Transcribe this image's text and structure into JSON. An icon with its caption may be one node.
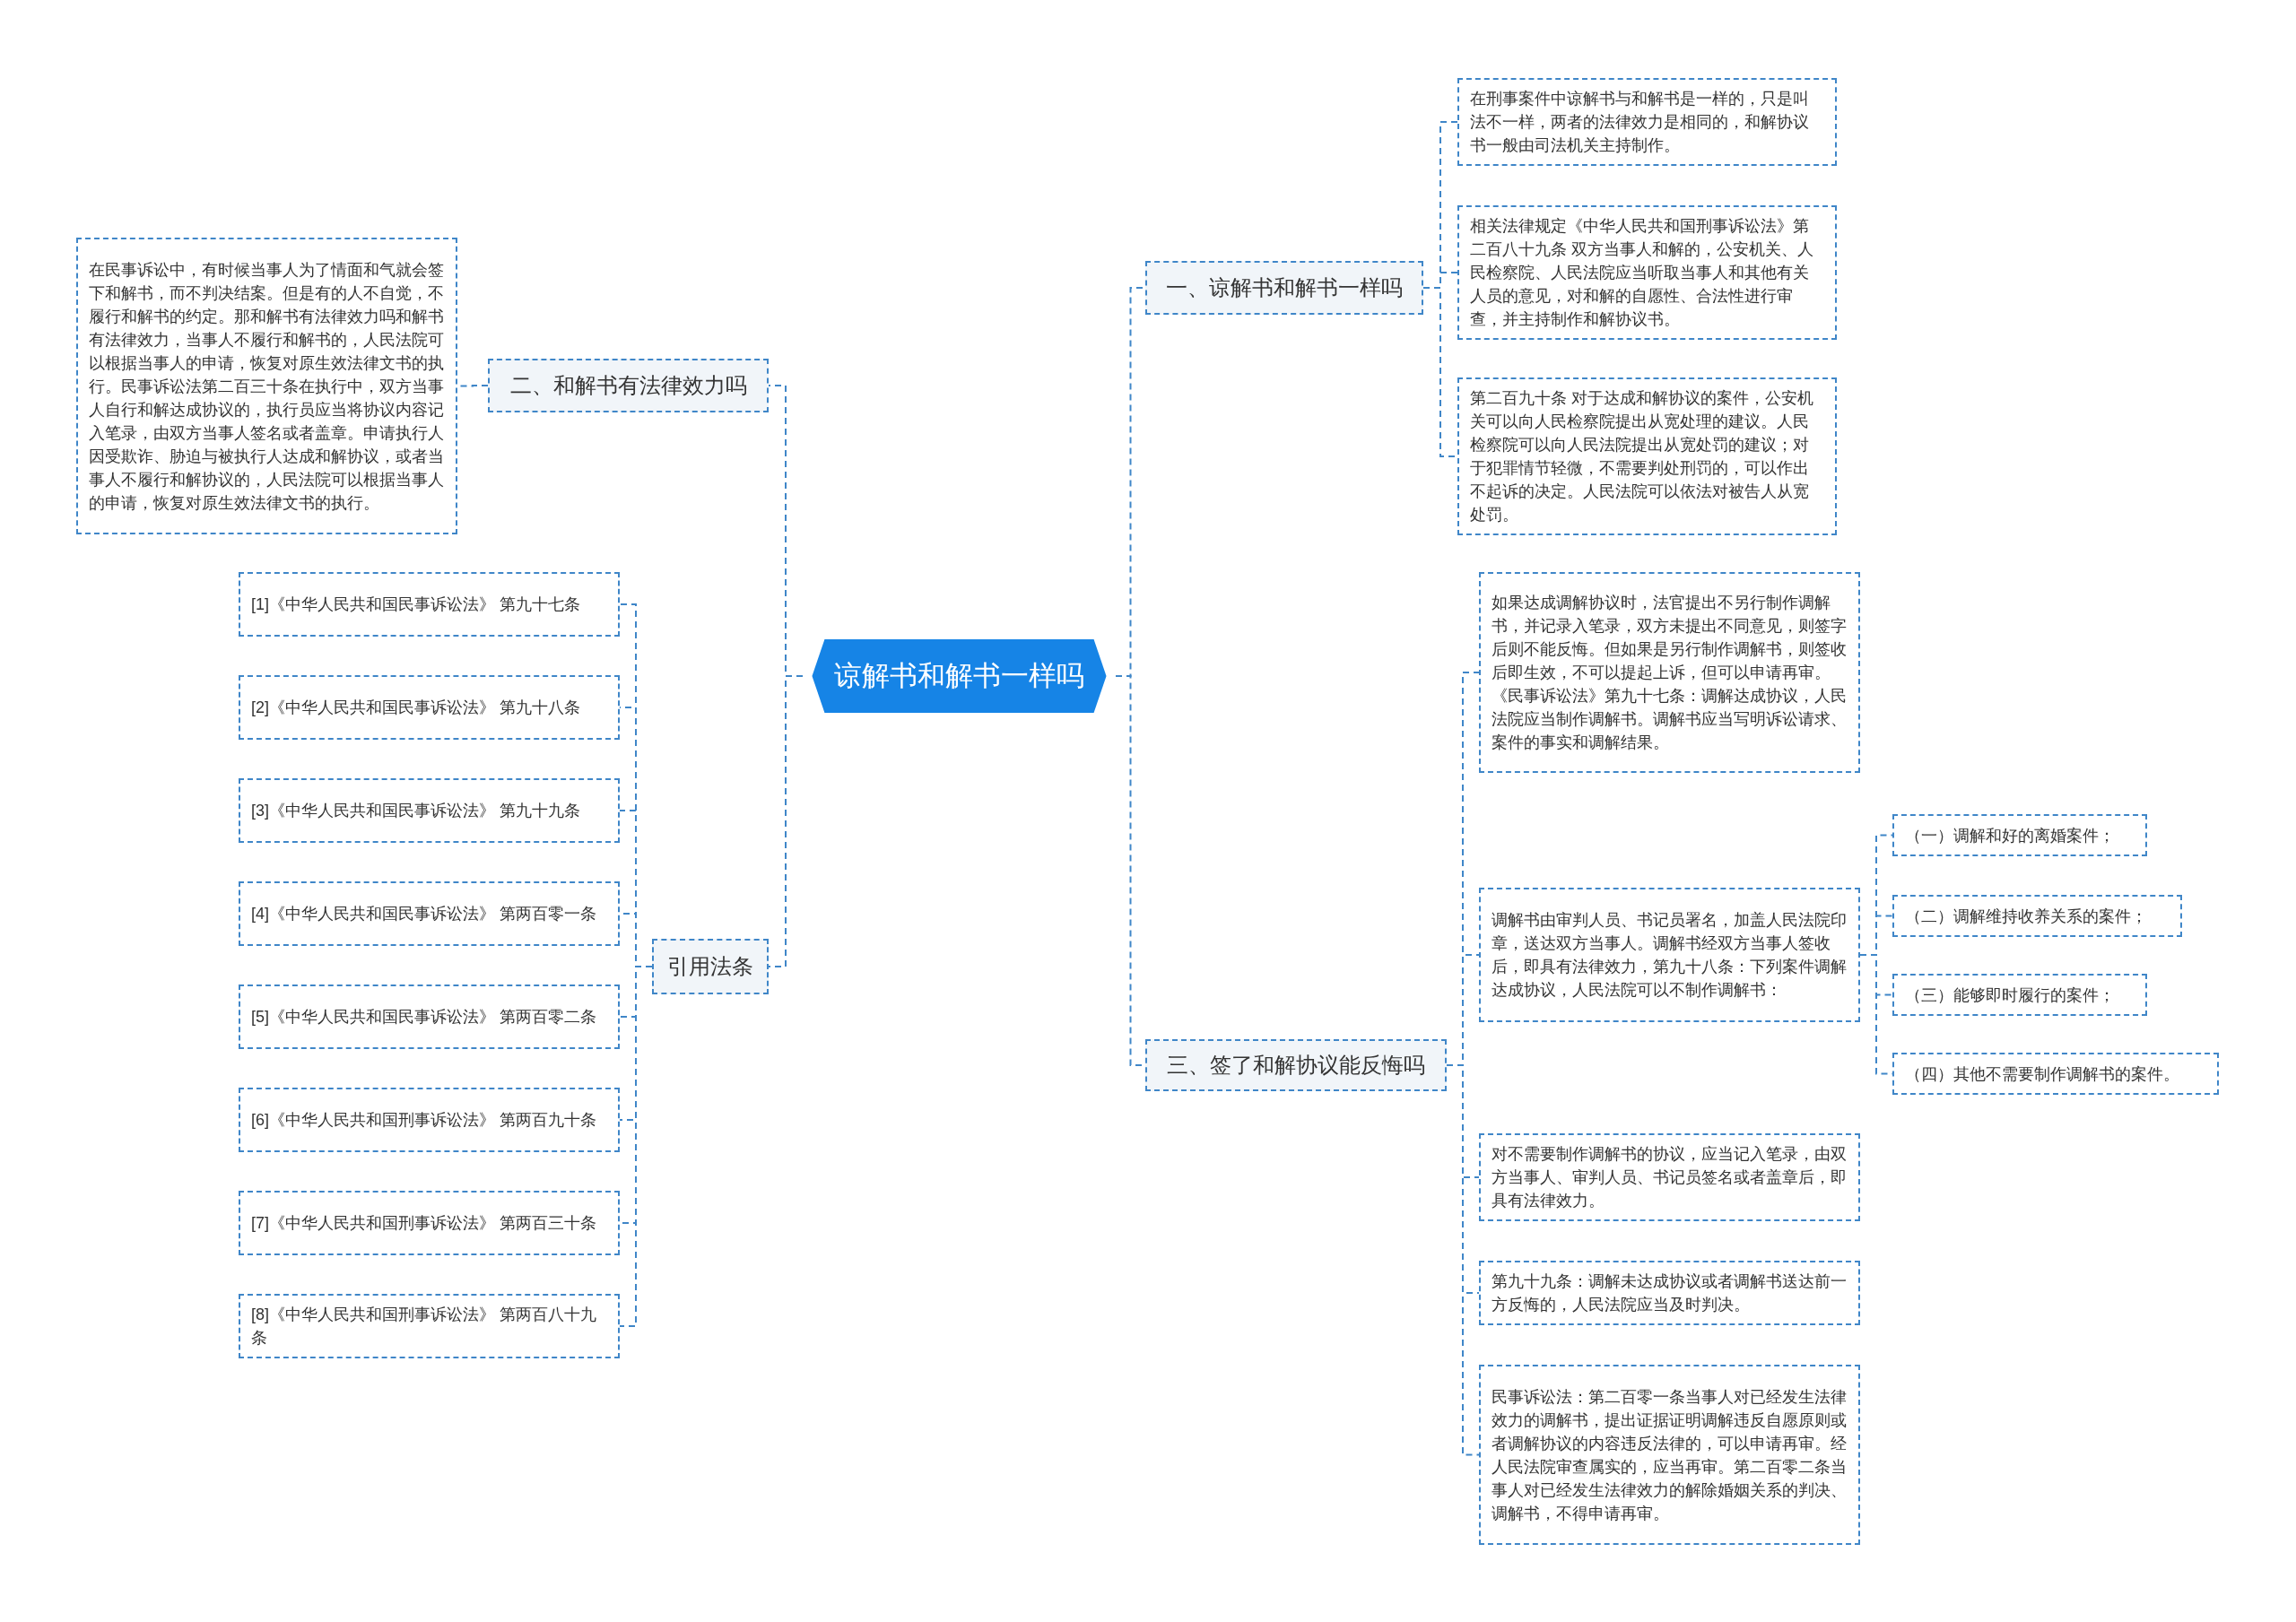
{
  "diagram": {
    "nodes": [
      {
        "text": [
          "谅解书和解书一样吗"
        ]
      },
      {
        "text": [
          "一、谅解书和解书一样吗"
        ]
      },
      {
        "text": [
          "在刑事案件中谅解书与和解书是一样的，只是叫法不一样，两者的法律效力是相同的，和解协议书一般由司法机关主持制作。"
        ]
      },
      {
        "text": [
          "相关法律规定《中华人民共和国刑事诉讼法》第二百八十九条 双方当事人和解的，公安机关、人民检察院、人民法院应当听取当事人和其他有关人员的意见，对和解的自愿性、合法性进行审查，并主持制作和解协议书。"
        ]
      },
      {
        "text": [
          "第二百九十条 对于达成和解协议的案件，公安机关可以向人民检察院提出从宽处理的建议。人民检察院可以向人民法院提出从宽处罚的建议；对于犯罪情节轻微，不需要判处刑罚的，可以作出不起诉的决定。人民法院可以依法对被告人从宽处罚。"
        ]
      },
      {
        "text": [
          "三、签了和解协议能反悔吗"
        ]
      },
      {
        "text": [
          "如果达成调解协议时，法官提出不另行制作调解书，并记录入笔录，双方未提出不同意见，则签字后则不能反悔。但如果是另行制作调解书，则签收后即生效，不可以提起上诉，但可以申请再审。《民事诉讼法》第九十七条：调解达成协议，人民法院应当制作调解书。调解书应当写明诉讼请求、案件的事实和调解结果。"
        ]
      },
      {
        "text": [
          "调解书由审判人员、书记员署名，加盖人民法院印章，送达双方当事人。调解书经双方当事人签收后，即具有法律效力，第九十八条：下列案件调解达成协议，人民法院可以不制作调解书："
        ]
      },
      {
        "text": [
          "（一）调解和好的离婚案件；"
        ]
      },
      {
        "text": [
          "（二）调解维持收养关系的案件；"
        ]
      },
      {
        "text": [
          "（三）能够即时履行的案件；"
        ]
      },
      {
        "text": [
          "（四）其他不需要制作调解书的案件。"
        ]
      },
      {
        "text": [
          "对不需要制作调解书的协议，应当记入笔录，由双方当事人、审判人员、书记员签名或者盖章后，即具有法律效力。"
        ]
      },
      {
        "text": [
          "第九十九条：调解未达成协议或者调解书送达前一方反悔的，人民法院应当及时判决。"
        ]
      },
      {
        "text": [
          "民事诉讼法：第二百零一条当事人对已经发生法律效力的调解书，提出证据证明调解违反自愿原则或者调解协议的内容违反法律的，可以申请再审。经人民法院审查属实的，应当再审。第二百零二条当事人对已经发生法律效力的解除婚姻关系的判决、调解书，不得申请再审。"
        ]
      },
      {
        "text": [
          "二、和解书有法律效力吗"
        ]
      },
      {
        "text": [
          "在民事诉讼中，有时候当事人为了情面和气就会签下和解书，而不判决结案。但是有的人不自觉，不履行和解书的约定。那和解书有法律效力吗和解书有法律效力，当事人不履行和解书的，人民法院可以根据当事人的申请，恢复对原生效法律文书的执行。民事诉讼法第二百三十条在执行中，双方当事人自行和解达成协议的，执行员应当将协议内容记入笔录，由双方当事人签名或者盖章。申请执行人因受欺诈、胁迫与被执行人达成和解协议，或者当事人不履行和解协议的，人民法院可以根据当事人的申请，恢复对原生效法律文书的执行。"
        ]
      },
      {
        "text": [
          "引用法条"
        ]
      },
      {
        "text": [
          "[1]《中华人民共和国民事诉讼法》 第九十七条"
        ]
      },
      {
        "text": [
          "[2]《中华人民共和国民事诉讼法》 第九十八条"
        ]
      },
      {
        "text": [
          "[3]《中华人民共和国民事诉讼法》 第九十九条"
        ]
      },
      {
        "text": [
          "[4]《中华人民共和国民事诉讼法》 第两百零一条"
        ]
      },
      {
        "text": [
          "[5]《中华人民共和国民事诉讼法》 第两百零二条"
        ]
      },
      {
        "text": [
          "[6]《中华人民共和国刑事诉讼法》 第两百九十条"
        ]
      },
      {
        "text": [
          "[7]《中华人民共和国刑事诉讼法》 第两百三十条"
        ]
      },
      {
        "text": [
          "[8]《中华人民共和国刑事诉讼法》 第两百八十九条"
        ]
      }
    ],
    "edges": [
      {
        "from": 0,
        "to": 1,
        "arrow": "none"
      },
      {
        "from": 1,
        "to": 2,
        "arrow": "none"
      },
      {
        "from": 1,
        "to": 3,
        "arrow": "none"
      },
      {
        "from": 1,
        "to": 4,
        "arrow": "none"
      },
      {
        "from": 0,
        "to": 5,
        "arrow": "none"
      },
      {
        "from": 5,
        "to": 6,
        "arrow": "none"
      },
      {
        "from": 5,
        "to": 7,
        "arrow": "none"
      },
      {
        "from": 7,
        "to": 8,
        "arrow": "none"
      },
      {
        "from": 7,
        "to": 9,
        "arrow": "none"
      },
      {
        "from": 7,
        "to": 10,
        "arrow": "none"
      },
      {
        "from": 7,
        "to": 11,
        "arrow": "none"
      },
      {
        "from": 5,
        "to": 12,
        "arrow": "none"
      },
      {
        "from": 5,
        "to": 13,
        "arrow": "none"
      },
      {
        "from": 5,
        "to": 14,
        "arrow": "none"
      },
      {
        "from": 0,
        "to": 15,
        "arrow": "none"
      },
      {
        "from": 15,
        "to": 16,
        "arrow": "none"
      },
      {
        "from": 0,
        "to": 17,
        "arrow": "none"
      },
      {
        "from": 17,
        "to": 18,
        "arrow": "none"
      },
      {
        "from": 17,
        "to": 19,
        "arrow": "none"
      },
      {
        "from": 17,
        "to": 20,
        "arrow": "none"
      },
      {
        "from": 17,
        "to": 21,
        "arrow": "none"
      },
      {
        "from": 17,
        "to": 22,
        "arrow": "none"
      },
      {
        "from": 17,
        "to": 23,
        "arrow": "none"
      },
      {
        "from": 17,
        "to": 24,
        "arrow": "none"
      },
      {
        "from": 17,
        "to": 25,
        "arrow": "none"
      }
    ]
  }
}
